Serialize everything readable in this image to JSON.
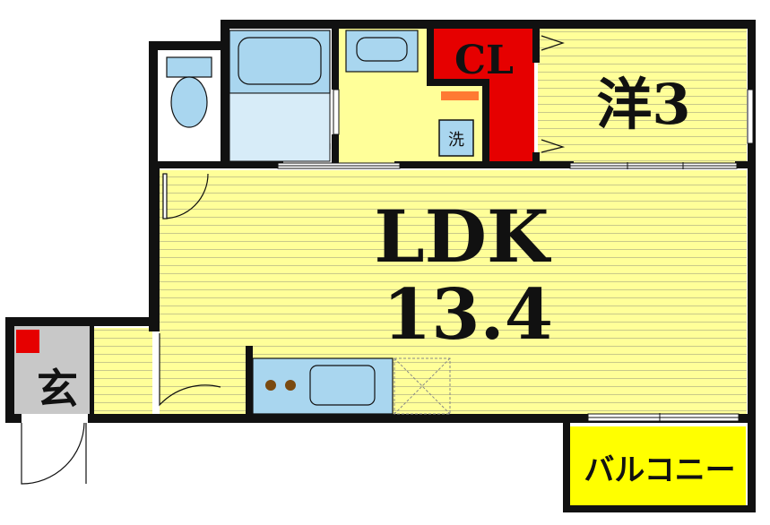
{
  "rooms": {
    "ldk_label": "LDK",
    "ldk_size": "13.4",
    "western_label": "洋3",
    "closet_label": "CL",
    "entrance_label": "玄",
    "balcony_label": "バルコニー",
    "washer_label": "洗"
  },
  "colors": {
    "floor_yellow": "#ffff99",
    "tatami_line": "#bdbd7a",
    "wall": "#111111",
    "closet_red": "#e60000",
    "fixture_blue": "#a9d6ef",
    "entrance_gray": "#c8c8c8",
    "balcony_yellow": "#ffff00",
    "accent_orange": "#ff7a33"
  },
  "icons": [
    "toilet-icon",
    "bathtub-icon",
    "washbasin-icon",
    "stove-burners-icon",
    "sink-icon",
    "washer-icon"
  ]
}
